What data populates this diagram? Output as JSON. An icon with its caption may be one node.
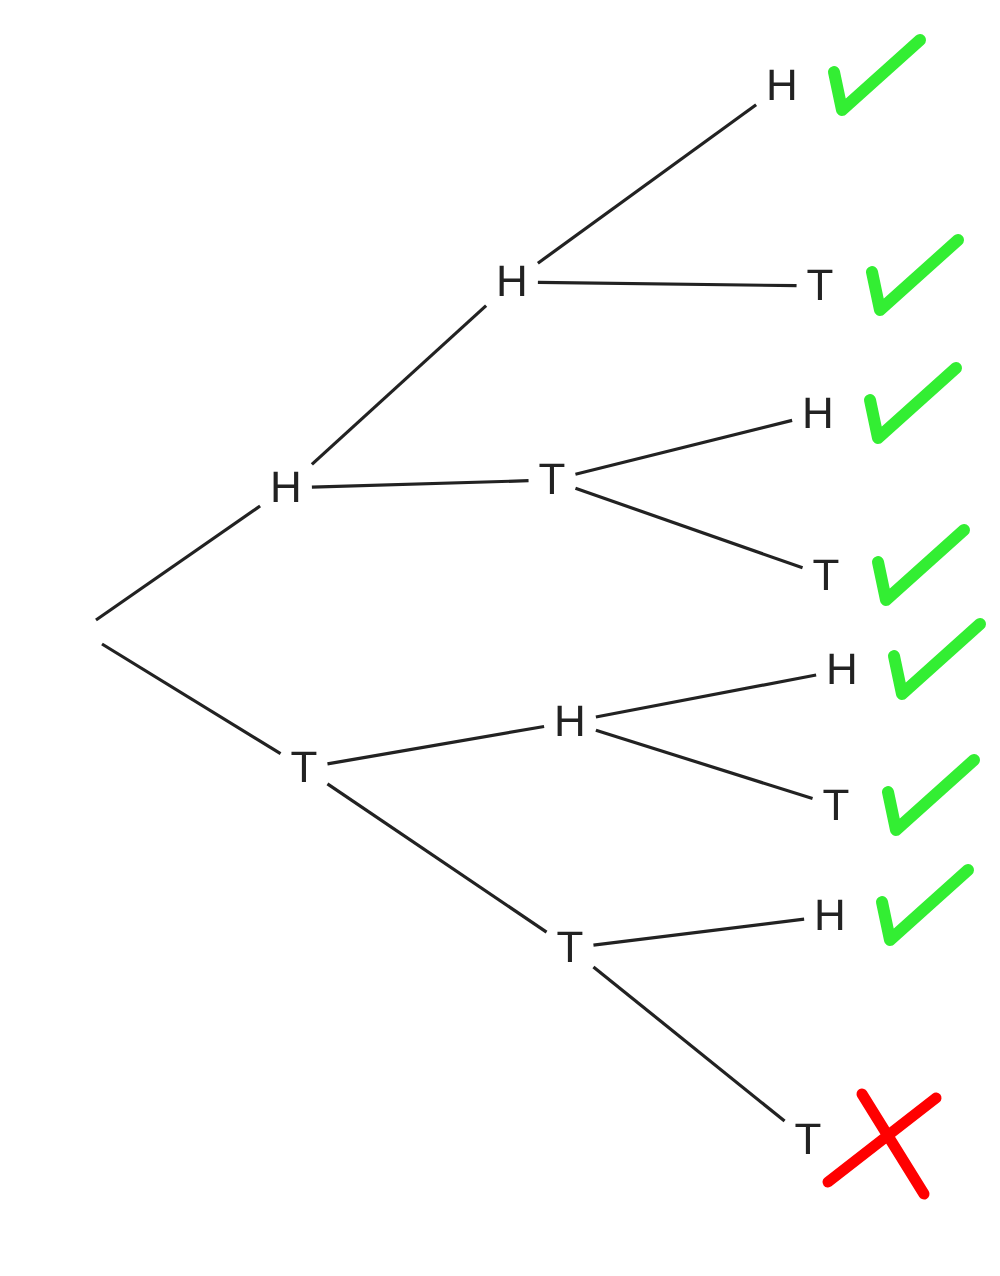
{
  "diagram": {
    "nodes": [
      {
        "text": [
          "H"
        ]
      },
      {
        "text": [
          "H"
        ]
      },
      {
        "text": [
          "H"
        ]
      },
      {
        "text": [
          "T"
        ]
      },
      {
        "text": [
          "T"
        ]
      },
      {
        "text": [
          "H"
        ]
      },
      {
        "text": [
          "T"
        ]
      },
      {
        "text": [
          "T"
        ]
      },
      {
        "text": [
          "H"
        ]
      },
      {
        "text": [
          "H"
        ]
      },
      {
        "text": [
          "T"
        ]
      },
      {
        "text": [
          "T"
        ]
      },
      {
        "text": [
          "H"
        ]
      },
      {
        "text": [
          "T"
        ]
      }
    ],
    "edges": [
      {
        "from": null,
        "to": 0,
        "arrow": "none"
      },
      {
        "from": 0,
        "to": 1,
        "arrow": "none"
      },
      {
        "from": 1,
        "to": 2,
        "arrow": "none"
      },
      {
        "from": 1,
        "to": 3,
        "arrow": "none"
      },
      {
        "from": 0,
        "to": 4,
        "arrow": "none"
      },
      {
        "from": 4,
        "to": 5,
        "arrow": "none"
      },
      {
        "from": 4,
        "to": 6,
        "arrow": "none"
      },
      {
        "from": null,
        "to": 7,
        "arrow": "none"
      },
      {
        "from": 7,
        "to": 8,
        "arrow": "none"
      },
      {
        "from": 8,
        "to": 9,
        "arrow": "none"
      },
      {
        "from": 8,
        "to": 10,
        "arrow": "none"
      },
      {
        "from": 7,
        "to": 11,
        "arrow": "none"
      },
      {
        "from": 11,
        "to": 12,
        "arrow": "none"
      },
      {
        "from": 11,
        "to": 13,
        "arrow": "none"
      }
    ]
  }
}
